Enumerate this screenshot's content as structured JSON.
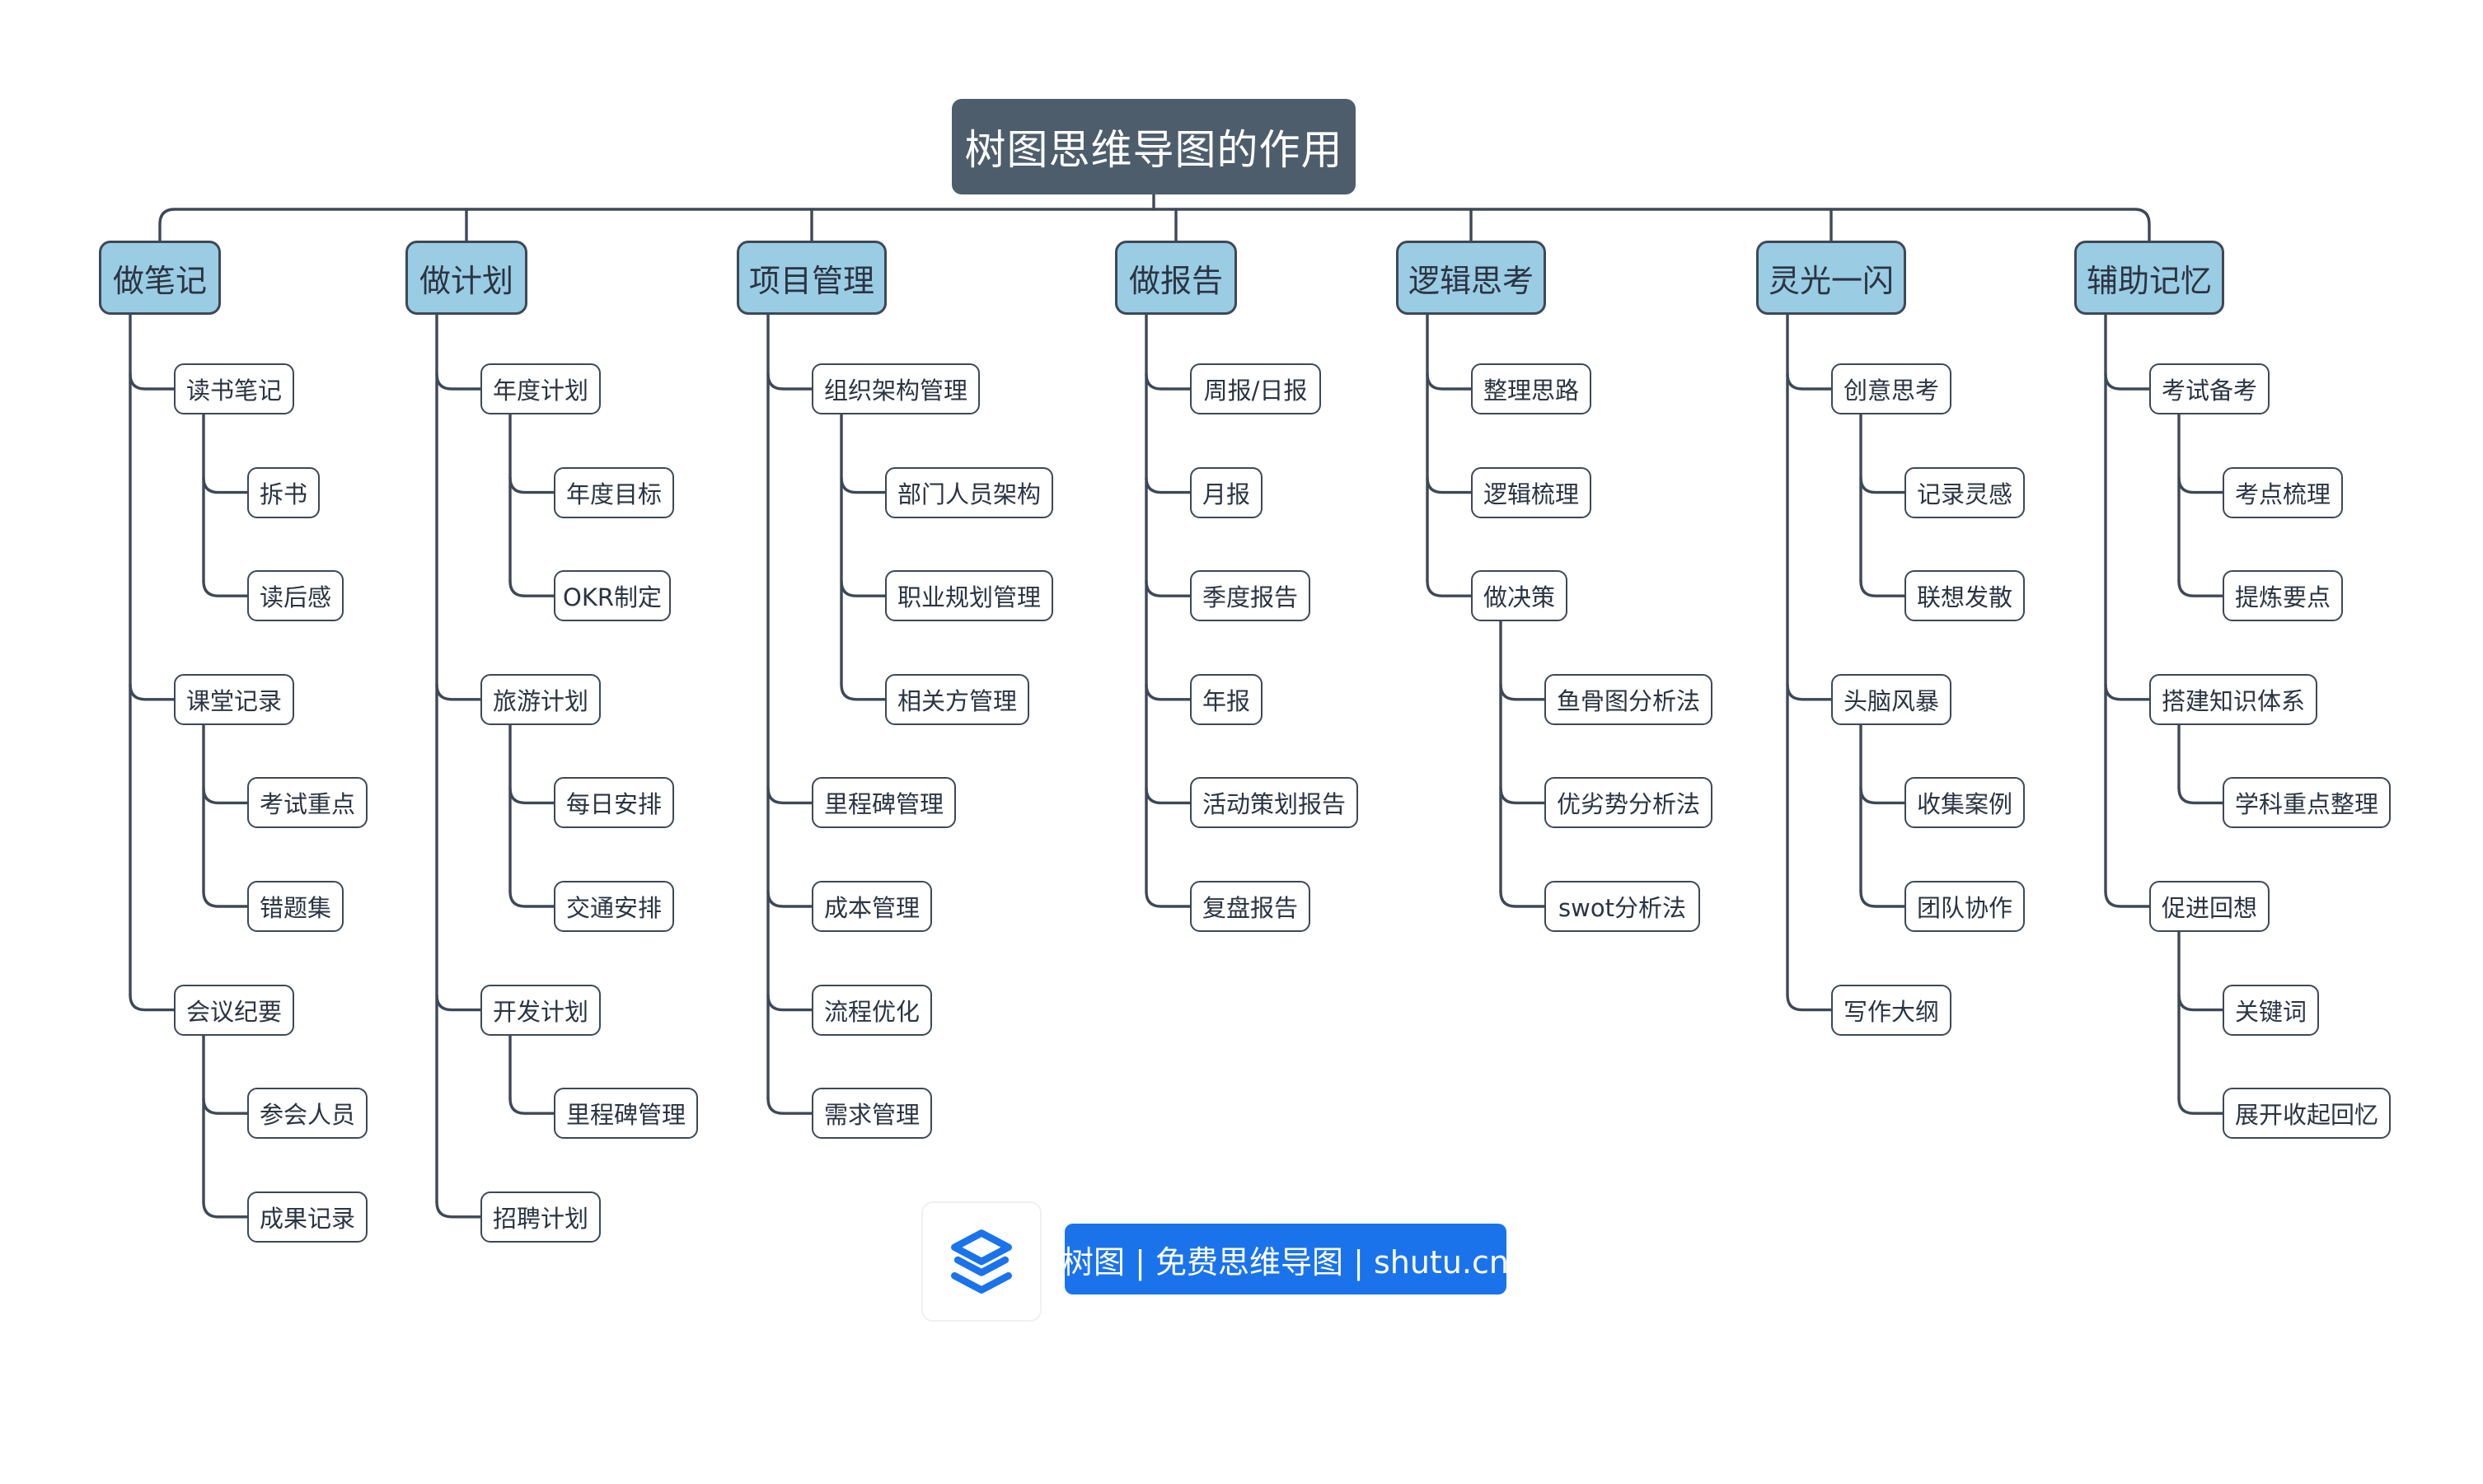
{
  "mindmap": {
    "root": "树图思维导图的作用",
    "branches": [
      {
        "label": "做笔记",
        "children": [
          {
            "label": "读书笔记",
            "children": [
              {
                "label": "拆书"
              },
              {
                "label": "读后感"
              }
            ]
          },
          {
            "label": "课堂记录",
            "children": [
              {
                "label": "考试重点"
              },
              {
                "label": "错题集"
              }
            ]
          },
          {
            "label": "会议纪要",
            "children": [
              {
                "label": "参会人员"
              },
              {
                "label": "成果记录"
              }
            ]
          }
        ]
      },
      {
        "label": "做计划",
        "children": [
          {
            "label": "年度计划",
            "children": [
              {
                "label": "年度目标"
              },
              {
                "label": "OKR制定"
              }
            ]
          },
          {
            "label": "旅游计划",
            "children": [
              {
                "label": "每日安排"
              },
              {
                "label": "交通安排"
              }
            ]
          },
          {
            "label": "开发计划",
            "children": [
              {
                "label": "里程碑管理"
              }
            ]
          },
          {
            "label": "招聘计划"
          }
        ]
      },
      {
        "label": "项目管理",
        "children": [
          {
            "label": "组织架构管理",
            "children": [
              {
                "label": "部门人员架构"
              },
              {
                "label": "职业规划管理"
              },
              {
                "label": "相关方管理"
              }
            ]
          },
          {
            "label": "里程碑管理"
          },
          {
            "label": "成本管理"
          },
          {
            "label": "流程优化"
          },
          {
            "label": "需求管理"
          }
        ]
      },
      {
        "label": "做报告",
        "children": [
          {
            "label": "周报/日报"
          },
          {
            "label": "月报"
          },
          {
            "label": "季度报告"
          },
          {
            "label": "年报"
          },
          {
            "label": "活动策划报告"
          },
          {
            "label": "复盘报告"
          }
        ]
      },
      {
        "label": "逻辑思考",
        "children": [
          {
            "label": "整理思路"
          },
          {
            "label": "逻辑梳理"
          },
          {
            "label": "做决策",
            "children": [
              {
                "label": "鱼骨图分析法"
              },
              {
                "label": "优劣势分析法"
              },
              {
                "label": "swot分析法"
              }
            ]
          }
        ]
      },
      {
        "label": "灵光一闪",
        "children": [
          {
            "label": "创意思考",
            "children": [
              {
                "label": "记录灵感"
              },
              {
                "label": "联想发散"
              }
            ]
          },
          {
            "label": "头脑风暴",
            "children": [
              {
                "label": "收集案例"
              },
              {
                "label": "团队协作"
              }
            ]
          },
          {
            "label": "写作大纲"
          }
        ]
      },
      {
        "label": "辅助记忆",
        "children": [
          {
            "label": "考试备考",
            "children": [
              {
                "label": "考点梳理"
              },
              {
                "label": "提炼要点"
              }
            ]
          },
          {
            "label": "搭建知识体系",
            "children": [
              {
                "label": "学科重点整理"
              }
            ]
          },
          {
            "label": "促进回想",
            "children": [
              {
                "label": "关键词"
              },
              {
                "label": "展开收起回忆"
              }
            ]
          }
        ]
      }
    ]
  },
  "branding": {
    "logo_icon": "shutu-logo-icon",
    "banner_text": "树图 | 免费思维导图 | shutu.cn"
  },
  "colors": {
    "root_fill": "#4d5d6c",
    "branch_fill": "#9acce4",
    "line": "#3e4856",
    "brand_blue": "#1b73ec"
  }
}
